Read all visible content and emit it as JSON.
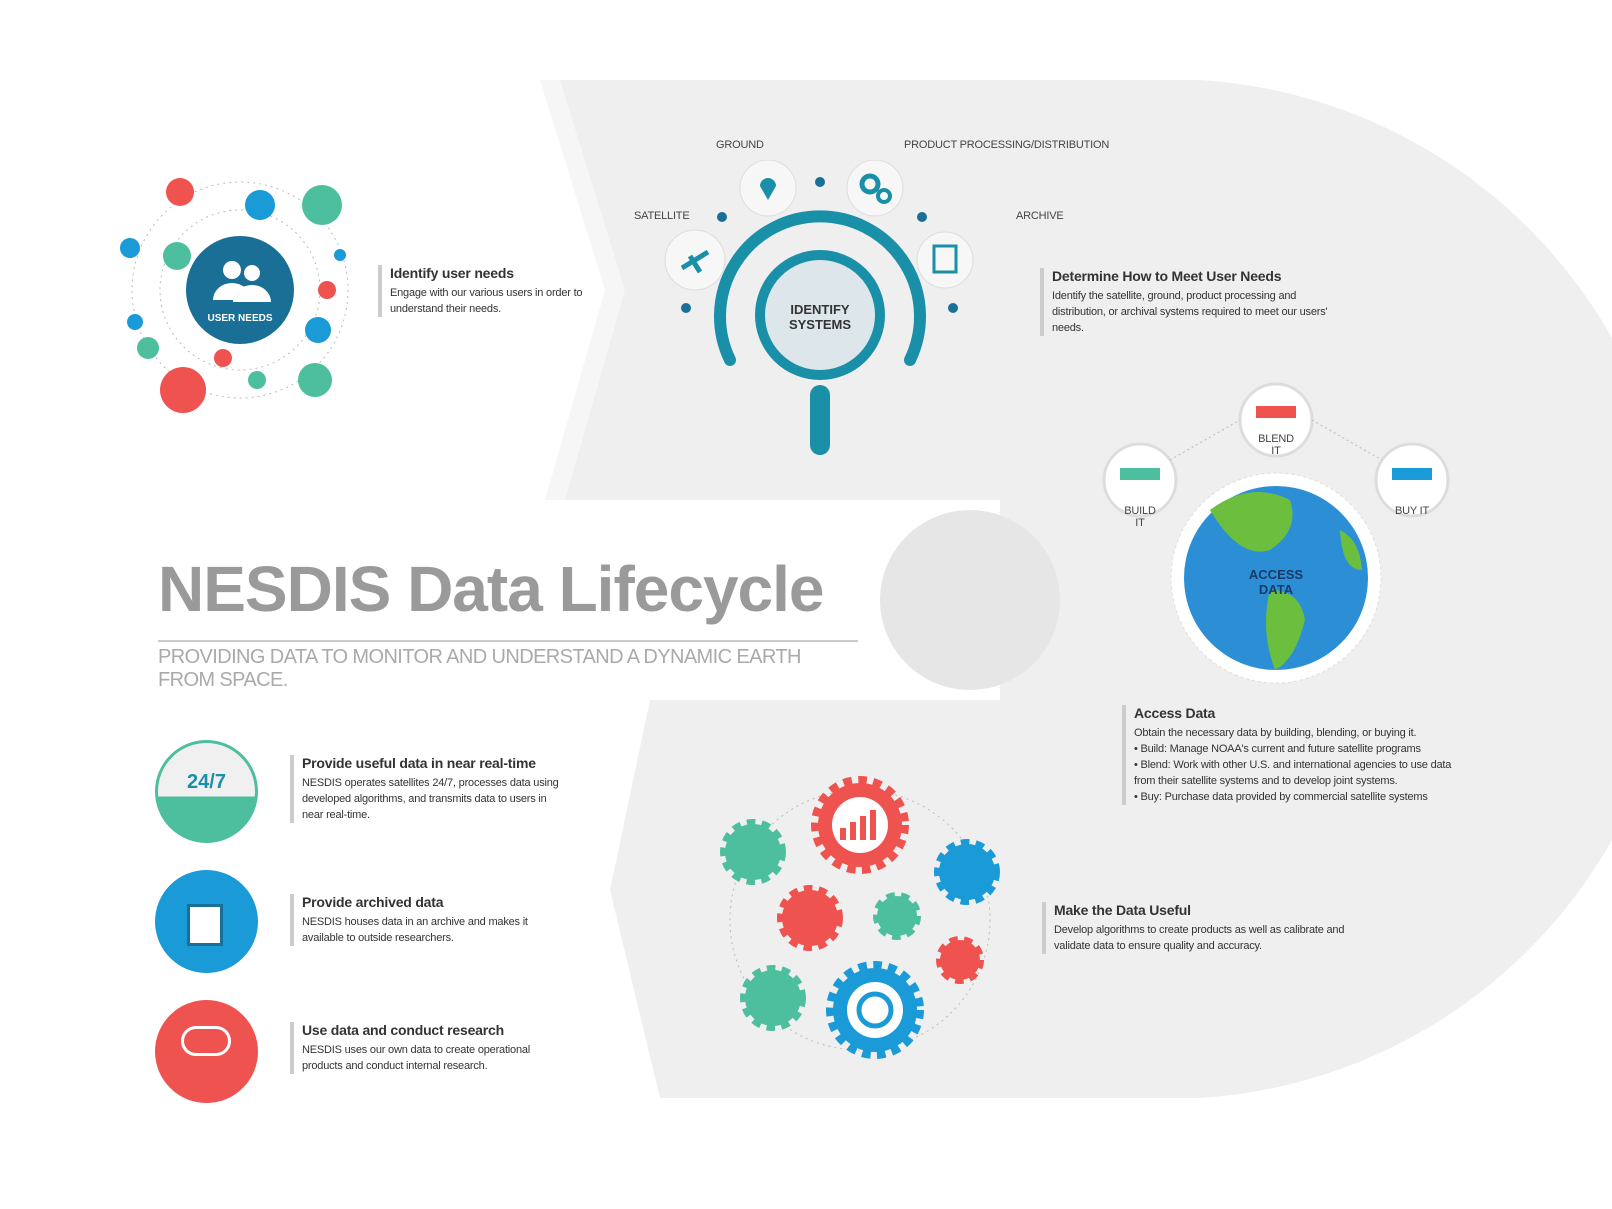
{
  "title": "NESDIS Data Lifecycle",
  "subtitle": "PROVIDING DATA TO MONITOR AND UNDERSTAND A DYNAMIC EARTH FROM SPACE.",
  "colors": {
    "teal": "#1a8fa8",
    "red": "#ef5350",
    "green": "#4dbf9f",
    "blue": "#1a9ad6",
    "gray_band": "#efefef"
  },
  "user_needs": {
    "icon_label": "USER NEEDS",
    "heading": "Identify user needs",
    "text": "Engage with our various users in order to understand their needs."
  },
  "identify_systems": {
    "icon_label": "IDENTIFY SYSTEMS",
    "systems": [
      "SATELLITE",
      "GROUND",
      "PRODUCT PROCESSING/DISTRIBUTION",
      "ARCHIVE"
    ],
    "heading": "Determine How to Meet User Needs",
    "text": "Identify the satellite, ground, product processing and distribution, or archival systems required to meet our users' needs."
  },
  "access_data": {
    "icon_label": "ACCESS DATA",
    "options": [
      "BUILD IT",
      "BLEND IT",
      "BUY IT"
    ],
    "heading": "Access Data",
    "intro": "Obtain the necessary data by building, blending, or buying it.",
    "bullets": [
      "• Build: Manage NOAA's current and future satellite programs",
      "• Blend: Work with other U.S. and international agencies to use data from their satellite systems and to develop joint systems.",
      "• Buy: Purchase data provided by commercial satellite systems"
    ]
  },
  "make_useful": {
    "heading": "Make the Data Useful",
    "text": "Develop algorithms to create products as well as calibrate and validate data to ensure quality and accuracy."
  },
  "outcomes": [
    {
      "icon": "24/7",
      "heading": "Provide useful data in near real-time",
      "text": "NESDIS operates satellites 24/7, processes data using developed algorithms, and transmits data to users in near real-time."
    },
    {
      "heading": "Provide archived data",
      "text": "NESDIS houses data in an archive and makes it available to outside researchers."
    },
    {
      "heading": "Use data and conduct research",
      "text": "NESDIS uses our own data to create operational products and conduct internal research."
    }
  ]
}
